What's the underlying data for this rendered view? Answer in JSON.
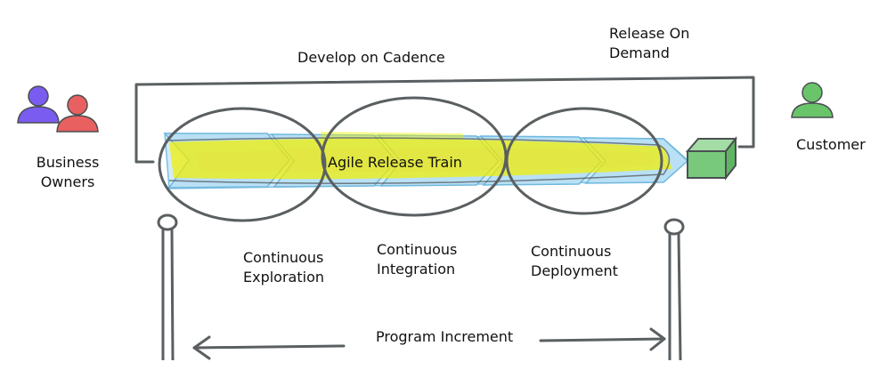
{
  "labels": {
    "develop_on_cadence": "Develop on Cadence",
    "release_on_demand_1": "Release On",
    "release_on_demand_2": "Demand",
    "business_owners_1": "Business",
    "business_owners_2": "Owners",
    "customer": "Customer",
    "agile_release_train": "Agile Release Train",
    "continuous_exploration_1": "Continuous",
    "continuous_exploration_2": "Exploration",
    "continuous_integration_1": "Continuous",
    "continuous_integration_2": "Integration",
    "continuous_deployment_1": "Continuous",
    "continuous_deployment_2": "Deployment",
    "program_increment": "Program Increment"
  },
  "colors": {
    "outline": "#5a5f61",
    "arrow_fill": "#a9d6ee",
    "arrow_stroke": "#6fb8de",
    "highlight": "#f2f000",
    "owner_purple": "#7b5cf0",
    "owner_red": "#e86060",
    "customer_green": "#6ac46a",
    "box_green": "#79c97d"
  },
  "icons": [
    "business-owner-purple-icon",
    "business-owner-red-icon",
    "customer-icon",
    "release-cube-icon"
  ]
}
